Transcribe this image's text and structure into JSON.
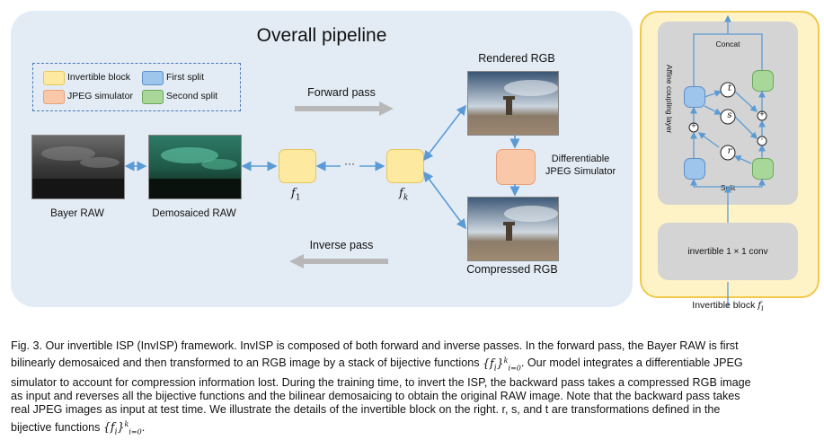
{
  "title": "Overall pipeline",
  "legend": {
    "invertible_block": "Invertible block",
    "first_split": "First split",
    "jpeg_simulator": "JPEG simulator",
    "second_split": "Second split"
  },
  "labels": {
    "bayer_raw": "Bayer RAW",
    "demosaiced_raw": "Demosaiced RAW",
    "rendered_rgb": "Rendered RGB",
    "compressed_rgb": "Compressed RGB",
    "jpeg_sim_line1": "Differentiable",
    "jpeg_sim_line2": "JPEG Simulator",
    "forward_pass": "Forward pass",
    "inverse_pass": "Inverse pass",
    "ellipsis": "···",
    "f1": "f",
    "f1_sub": "1",
    "fk": "f",
    "fk_sub": "k"
  },
  "coupling": {
    "concat": "Concat",
    "split": "Split",
    "affine_label": "Affine coupling layer",
    "t": "t",
    "s": "s",
    "r": "r",
    "plus": "+",
    "dot": "·",
    "conv": "invertible 1 × 1 conv",
    "block_caption": "Invertible block",
    "block_caption_f": "f",
    "block_caption_sub": "i"
  },
  "caption": {
    "line1": "Fig. 3. Our invertible ISP (InvISP) framework. InvISP is composed of both forward and inverse passes. In the forward pass, the Bayer RAW is first",
    "line2a": "bilinearly demosaiced and then transformed to an RGB image by a stack of bijective functions ",
    "line2b": ". Our model integrates a differentiable JPEG",
    "line3": "simulator to account for compression information lost. During the training time, to invert the ISP, the backward pass takes a compressed RGB image",
    "line4": "as input and reverses all the bijective functions and the bilinear demosaicing to obtain the original RAW image. Note that the backward pass takes",
    "line5": "real JPEG images as input at test time. We illustrate the details of the invertible block on the right. r, s, and t are transformations defined in the",
    "line6a": "bijective functions ",
    "line6b": ".",
    "fi_set": "{f",
    "fi_sub": "i",
    "fi_close": "}",
    "fi_sup": "k",
    "fi_range": "i=0"
  },
  "colors": {
    "panel_bg": "#e3ecf5",
    "invertible_fill": "#fde9a0",
    "invertible_stroke": "#e8c65a",
    "first_split_fill": "#9ec5ec",
    "first_split_stroke": "#5b8fc9",
    "jpeg_fill": "#f8c8a8",
    "jpeg_stroke": "#e8a07a",
    "second_split_fill": "#a9d79a",
    "second_split_stroke": "#6aa85a",
    "arrow": "#5b9bd5",
    "pass_arrow": "#b8b8b8",
    "right_outer_fill": "#fdf3c6",
    "right_outer_stroke": "#f0c84a",
    "right_inner_fill": "#d4d4d4"
  }
}
